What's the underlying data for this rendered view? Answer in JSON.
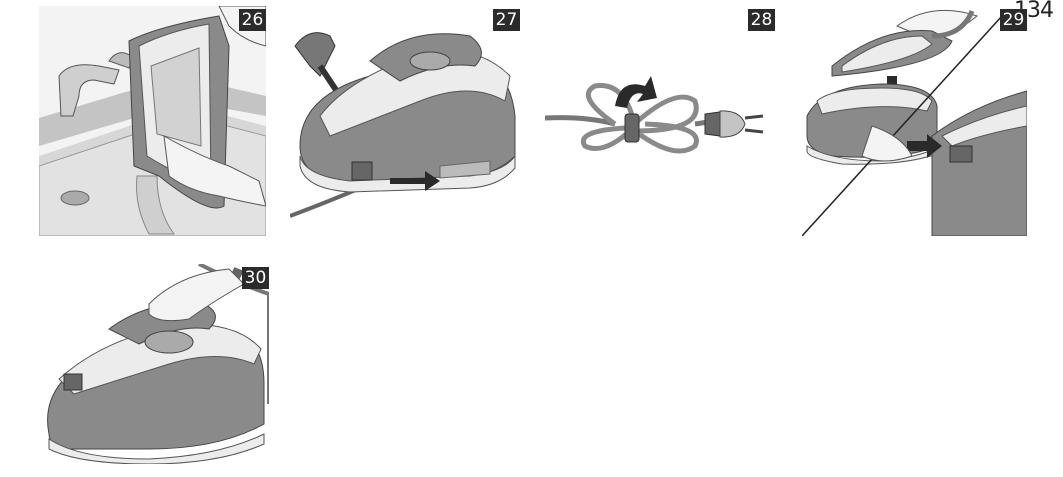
{
  "page": {
    "number": "134"
  },
  "figures": [
    {
      "step": "26",
      "name": "empty-water-tank-at-sink"
    },
    {
      "step": "27",
      "name": "slide-cord-into-storage"
    },
    {
      "step": "28",
      "name": "wind-cord-with-velcro"
    },
    {
      "step": "29",
      "name": "place-iron-and-lock-transport"
    },
    {
      "step": "30",
      "name": "carry-by-iron-handle"
    }
  ],
  "colors": {
    "body_dark": "#8a8a8a",
    "body_light": "#ececec",
    "outline": "#4a4a4a",
    "sink": "#dcdcdc",
    "arrow": "#2a2a2a",
    "badge": "#2b2b2b"
  }
}
